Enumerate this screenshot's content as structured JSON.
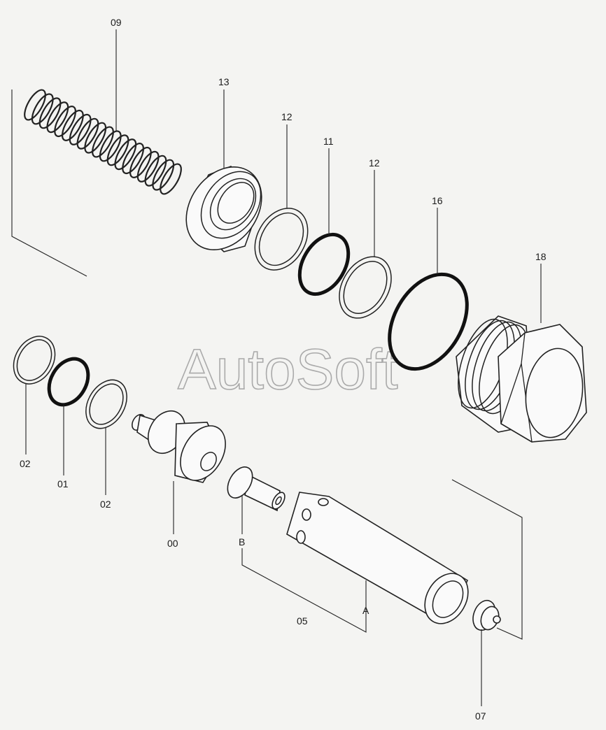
{
  "watermark": "AutoSoft",
  "callouts": {
    "p09": "09",
    "p13": "13",
    "p12a": "12",
    "p11": "11",
    "p12b": "12",
    "p16": "16",
    "p18": "18",
    "p02a": "02",
    "p01": "01",
    "p02b": "02",
    "p00": "00",
    "pB": "B",
    "p05": "05",
    "pA": "A",
    "p07": "07"
  }
}
